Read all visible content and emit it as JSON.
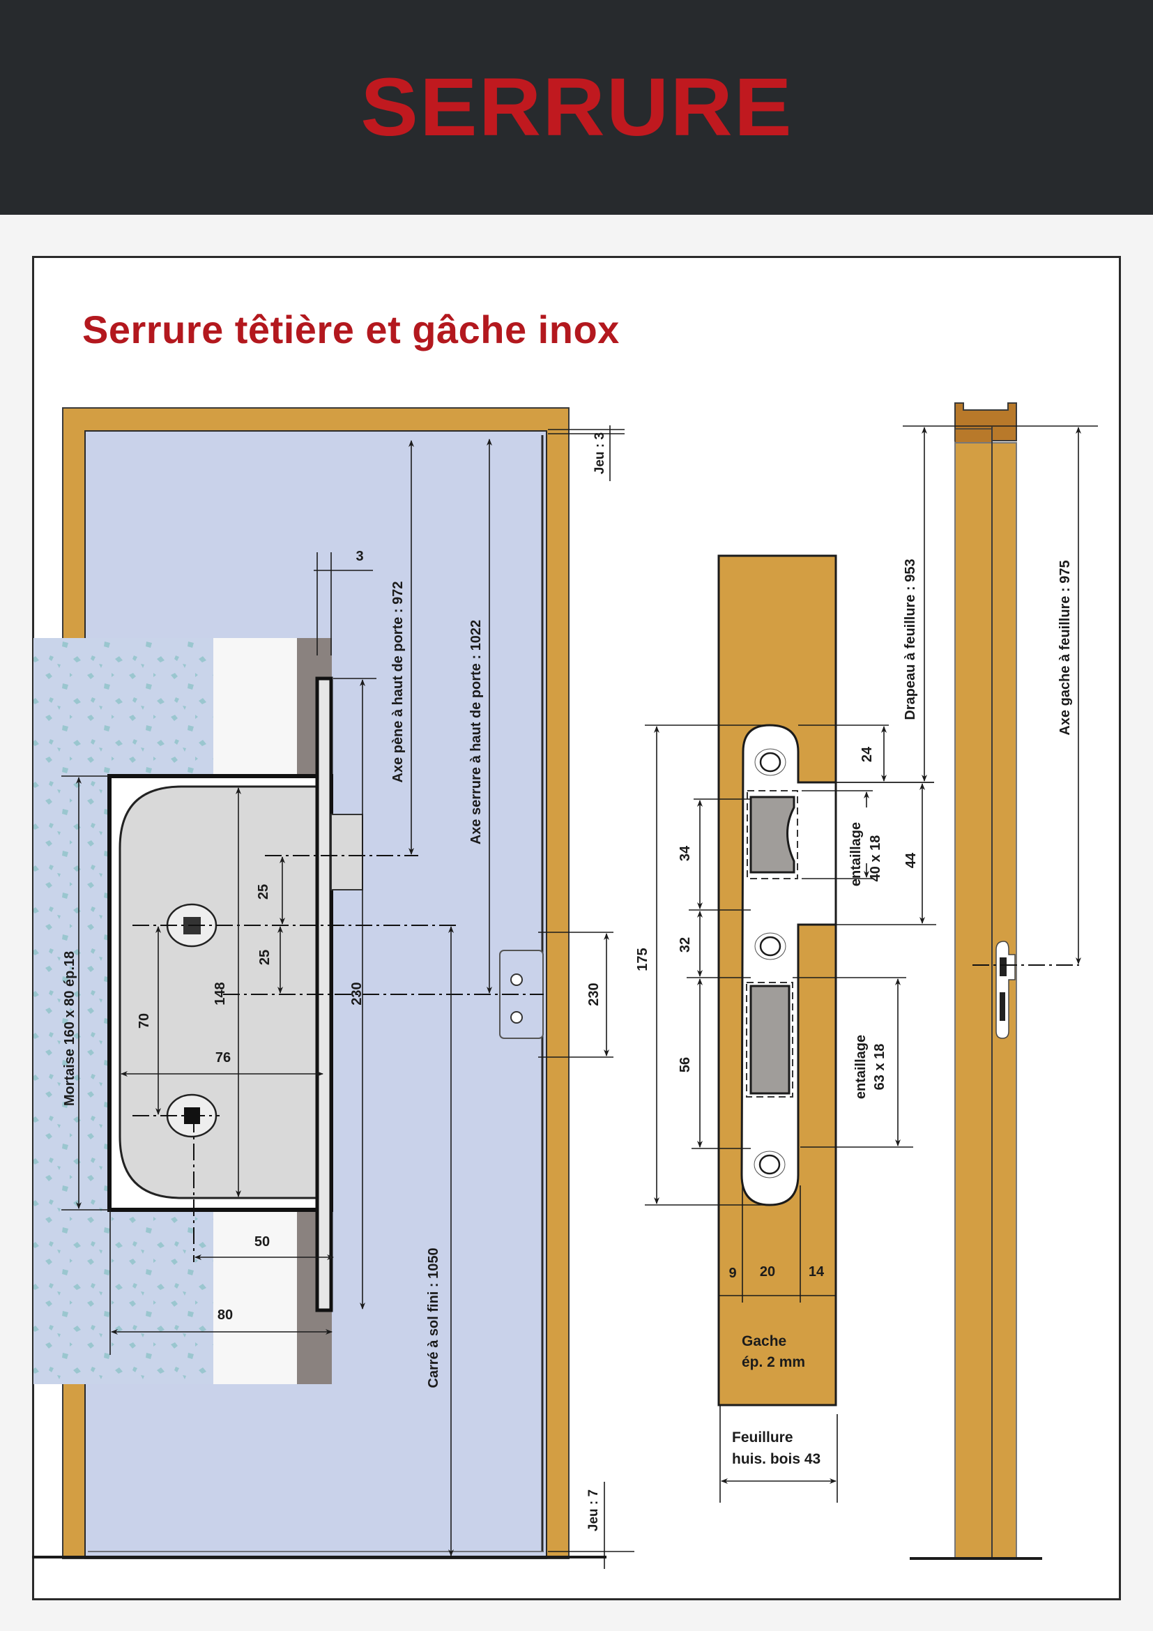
{
  "header": {
    "title": "SERRURE"
  },
  "section": {
    "title": "Serrure têtière et gâche inox"
  },
  "colors": {
    "header_bg": "#272a2d",
    "title_red": "#c0191f",
    "wood": "#d39e43",
    "wood_dark": "#b8792a",
    "door_blue": "#c9d2ea",
    "lock_grey": "#d9d9d9",
    "strike_slot": "#a09d9a",
    "mortise_dark": "#8a827f"
  },
  "door_view": {
    "jeu_top": "Jeu : 3",
    "jeu_bottom": "Jeu : 7",
    "gap_3": "3",
    "axe_pene": "Axe pène à haut de porte : 972",
    "axe_serrure": "Axe serrure à haut de porte : 1022",
    "carre_sol": "Carré à sol fini : 1050",
    "mortaise": "Mortaise 160 x 80 ép.18",
    "dim_25a": "25",
    "dim_25b": "25",
    "dim_148": "148",
    "dim_70": "70",
    "dim_76": "76",
    "dim_230_lock": "230",
    "dim_230_plate": "230",
    "dim_50": "50",
    "dim_80": "80"
  },
  "strike_view": {
    "dim_175": "175",
    "dim_24": "24",
    "dim_34": "34",
    "dim_32": "32",
    "dim_56": "56",
    "dim_44": "44",
    "entaillage_1_label": "entaillage",
    "entaillage_1_size": "40 x 18",
    "entaillage_2_label": "entaillage",
    "entaillage_2_size": "63 x 18",
    "dim_9": "9",
    "dim_20": "20",
    "dim_14": "14",
    "gache_label": "Gache",
    "gache_thickness": "ép. 2 mm",
    "feuillure_label": "Feuillure",
    "feuillure_value": "huis. bois 43"
  },
  "frame_view": {
    "drapeau": "Drapeau à  feuillure : 953",
    "axe_gache": "Axe gache à feuillure : 975"
  }
}
